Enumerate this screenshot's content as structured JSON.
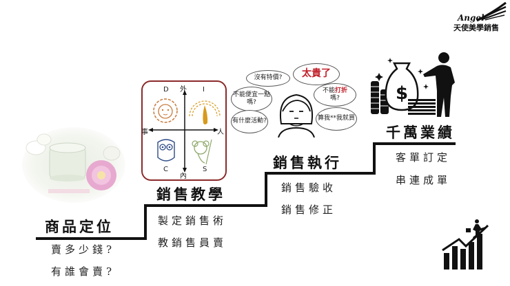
{
  "logo": {
    "brand": "Angel",
    "subtitle": "天使美學銷售"
  },
  "steps": [
    {
      "title": "商品定位",
      "items": [
        "賣多少錢?",
        "有誰會賣?"
      ]
    },
    {
      "title": "銷售教學",
      "items": [
        "製定銷售術",
        "教銷售員賣"
      ]
    },
    {
      "title": "銷售執行",
      "items": [
        "銷售驗收",
        "銷售修正"
      ]
    },
    {
      "title": "千萬業績",
      "items": [
        "客單訂定",
        "串連成單"
      ]
    }
  ],
  "disc": {
    "quadrants": [
      "D",
      "I",
      "C",
      "S"
    ],
    "axis": {
      "top": "外",
      "bottom": "內",
      "left": "事",
      "right": "人"
    }
  },
  "speech_bubbles": {
    "center": "太貴了",
    "items": [
      "沒有特價?",
      "不能便宜一點嗎?",
      "有什麼活動?",
      "不能打折嗎?",
      "算我**我就買"
    ],
    "highlight_word": "打折"
  },
  "colors": {
    "stair": "#111111",
    "disc_border": "#8b2a2a",
    "highlight_red": "#c0202a",
    "lion": "#c7793a",
    "peacock": "#d79a1e",
    "owl": "#2c4a86",
    "koala": "#8ea86a"
  }
}
